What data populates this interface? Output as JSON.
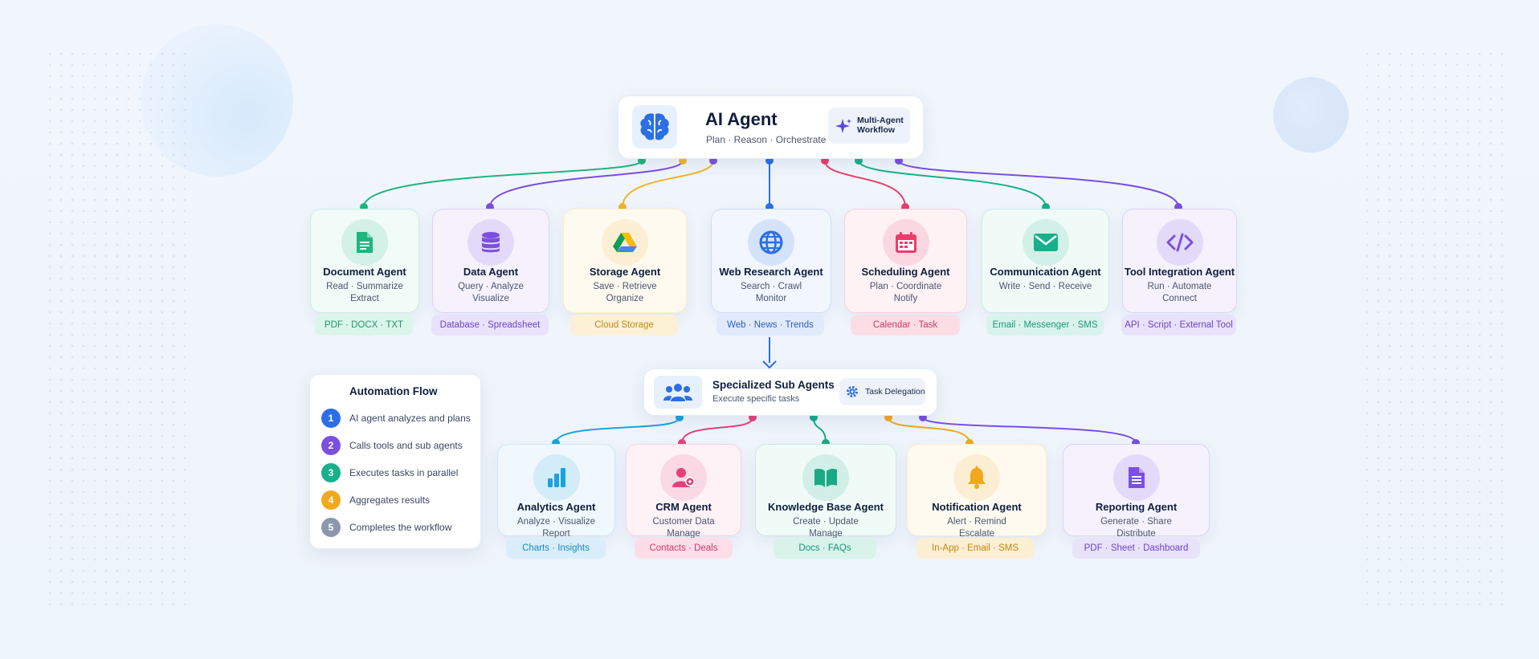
{
  "top": {
    "title": "AI Agent",
    "subtitle": "Plan · Reason · Orchestrate",
    "badge": "Multi-Agent Workflow",
    "icon": "brain-icon"
  },
  "agents": [
    {
      "name": "Document Agent",
      "sub1": "Read · Summarize",
      "sub2": "Extract",
      "tag": "PDF · DOCX · TXT",
      "icon": "document-icon",
      "color": "#1fb57e",
      "bg": "#f1fbf7",
      "tagbg": "#dcf5ea",
      "tagfg": "#1e9a6c"
    },
    {
      "name": "Data Agent",
      "sub1": "Query · Analyze",
      "sub2": "Visualize",
      "tag": "Database · Spreadsheet",
      "icon": "database-icon",
      "color": "#7b4fe0",
      "bg": "#f5f2fe",
      "tagbg": "#e9e2fb",
      "tagfg": "#6b45c9"
    },
    {
      "name": "Storage Agent",
      "sub1": "Save · Retrieve",
      "sub2": "Organize",
      "tag": "Cloud Storage",
      "icon": "drive-icon",
      "color": "#f2b429",
      "bg": "#fefaf0",
      "tagbg": "#fcf0d6",
      "tagfg": "#c98a12"
    },
    {
      "name": "Web Research Agent",
      "sub1": "Search · Crawl",
      "sub2": "Monitor",
      "tag": "Web · News · Trends",
      "icon": "globe-icon",
      "color": "#2a6fe6",
      "bg": "#f2f6fe",
      "tagbg": "#e0eafb",
      "tagfg": "#2a5fc4"
    },
    {
      "name": "Scheduling Agent",
      "sub1": "Plan · Coordinate",
      "sub2": "Notify",
      "tag": "Calendar · Task",
      "icon": "calendar-icon",
      "color": "#ea3d6a",
      "bg": "#fef2f5",
      "tagbg": "#fcdde6",
      "tagfg": "#d23a63"
    },
    {
      "name": "Communication Agent",
      "sub1": "Write · Send · Receive",
      "sub2": "",
      "tag": "Email · Messenger · SMS",
      "icon": "mail-icon",
      "color": "#17b08a",
      "bg": "#f0fbf8",
      "tagbg": "#d9f3ec",
      "tagfg": "#199a7a"
    },
    {
      "name": "Tool Integration Agent",
      "sub1": "Run · Automate",
      "sub2": "Connect",
      "tag": "API · Script · External Tool",
      "icon": "code-icon",
      "color": "#7a4fe2",
      "bg": "#f5f2fe",
      "tagbg": "#e9e2fb",
      "tagfg": "#6b45c9"
    }
  ],
  "sub_hub": {
    "title": "Specialized Sub Agents",
    "subtitle": "Execute specific tasks",
    "badge": "Task Delegation",
    "icon": "users-icon"
  },
  "sub_agents": [
    {
      "name": "Analytics Agent",
      "sub1": "Analyze · Visualize",
      "sub2": "Report",
      "tag": "Charts · Insights",
      "icon": "bar-chart-icon",
      "color": "#1ba3dc",
      "bg": "#f0f8fd",
      "tagbg": "#d9eefa",
      "tagfg": "#1d88bd"
    },
    {
      "name": "CRM Agent",
      "sub1": "Customer Data",
      "sub2": "Manage",
      "tag": "Contacts · Deals",
      "icon": "contacts-icon",
      "color": "#e6407a",
      "bg": "#fef2f6",
      "tagbg": "#fcdde8",
      "tagfg": "#cf3a6c"
    },
    {
      "name": "Knowledge Base Agent",
      "sub1": "Create · Update",
      "sub2": "Manage",
      "tag": "Docs · FAQs",
      "icon": "book-icon",
      "color": "#1aa985",
      "bg": "#f0fbf7",
      "tagbg": "#d9f3ea",
      "tagfg": "#1a9574"
    },
    {
      "name": "Notification Agent",
      "sub1": "Alert · Remind",
      "sub2": "Escalate",
      "tag": "In-App · Email · SMS",
      "icon": "bell-icon",
      "color": "#f2a81d",
      "bg": "#fefaf0",
      "tagbg": "#fcefd4",
      "tagfg": "#c68510"
    },
    {
      "name": "Reporting Agent",
      "sub1": "Generate · Share",
      "sub2": "Distribute",
      "tag": "PDF · Sheet · Dashboard",
      "icon": "report-icon",
      "color": "#7a4fe2",
      "bg": "#f5f2fe",
      "tagbg": "#e9e2fb",
      "tagfg": "#6b45c9"
    }
  ],
  "flow": {
    "title": "Automation Flow",
    "steps": [
      {
        "n": "1",
        "text": "AI agent analyzes and plans",
        "color": "#2a6fe6"
      },
      {
        "n": "2",
        "text": "Calls tools and sub agents",
        "color": "#7b4fe0"
      },
      {
        "n": "3",
        "text": "Executes tasks in parallel",
        "color": "#17b08a"
      },
      {
        "n": "4",
        "text": "Aggregates results",
        "color": "#f2a81d"
      },
      {
        "n": "5",
        "text": "Completes the workflow",
        "color": "#8b97ad"
      }
    ]
  },
  "colors": {
    "accent": "#2a6fe6",
    "hub_icon_bg": "#e7f0fd",
    "badge_bg": "#eef2fb"
  }
}
